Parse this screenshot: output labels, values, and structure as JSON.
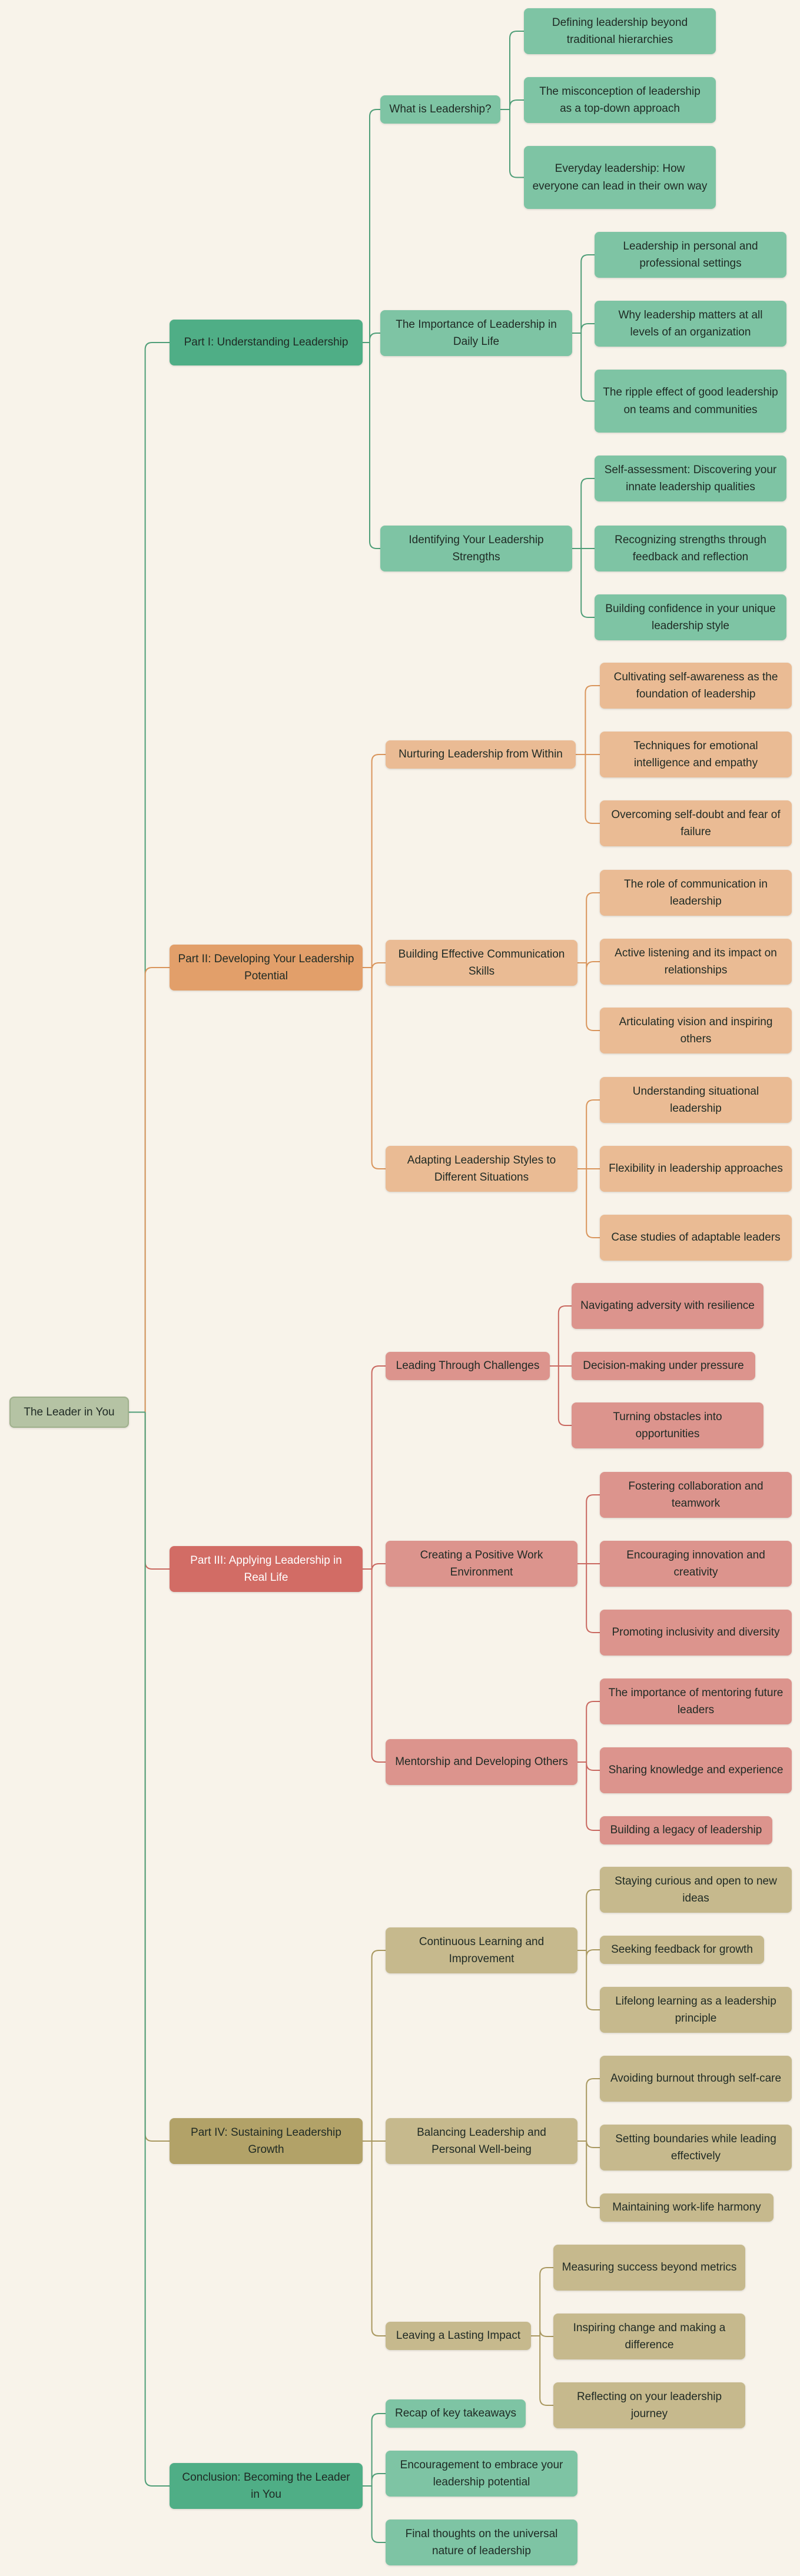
{
  "root": "The Leader in You",
  "colors": {
    "background": "#f8f3ea",
    "root": "#b5c3a4",
    "part1": "#4fae86",
    "part2": "#e29f6a",
    "part3": "#d26c65",
    "part4": "#b2a268",
    "conclusion": "#4fae86"
  },
  "sections": [
    {
      "title": "Part I: Understanding Leadership",
      "topics": [
        {
          "title": "What is Leadership?",
          "items": [
            "Defining leadership beyond traditional hierarchies",
            "The misconception of leadership as a top-down approach",
            "Everyday leadership: How everyone can lead in their own way"
          ]
        },
        {
          "title": "The Importance of Leadership in Daily Life",
          "items": [
            "Leadership in personal and professional settings",
            "Why leadership matters at all levels of an organization",
            "The ripple effect of good leadership on teams and communities"
          ]
        },
        {
          "title": "Identifying Your Leadership Strengths",
          "items": [
            "Self-assessment: Discovering your innate leadership qualities",
            "Recognizing strengths through feedback and reflection",
            "Building confidence in your unique leadership style"
          ]
        }
      ]
    },
    {
      "title": "Part II: Developing Your Leadership Potential",
      "topics": [
        {
          "title": "Nurturing Leadership from Within",
          "items": [
            "Cultivating self-awareness as the foundation of leadership",
            "Techniques for emotional intelligence and empathy",
            "Overcoming self-doubt and fear of failure"
          ]
        },
        {
          "title": "Building Effective Communication Skills",
          "items": [
            "The role of communication in leadership",
            "Active listening and its impact on relationships",
            "Articulating vision and inspiring others"
          ]
        },
        {
          "title": "Adapting Leadership Styles to Different Situations",
          "items": [
            "Understanding situational leadership",
            "Flexibility in leadership approaches",
            "Case studies of adaptable leaders"
          ]
        }
      ]
    },
    {
      "title": "Part III: Applying Leadership in Real Life",
      "topics": [
        {
          "title": "Leading Through Challenges",
          "items": [
            "Navigating adversity with resilience",
            "Decision-making under pressure",
            "Turning obstacles into opportunities"
          ]
        },
        {
          "title": "Creating a Positive Work Environment",
          "items": [
            "Fostering collaboration and teamwork",
            "Encouraging innovation and creativity",
            "Promoting inclusivity and diversity"
          ]
        },
        {
          "title": "Mentorship and Developing Others",
          "items": [
            "The importance of mentoring future leaders",
            "Sharing knowledge and experience",
            "Building a legacy of leadership"
          ]
        }
      ]
    },
    {
      "title": "Part IV: Sustaining Leadership Growth",
      "topics": [
        {
          "title": "Continuous Learning and Improvement",
          "items": [
            "Staying curious and open to new ideas",
            "Seeking feedback for growth",
            "Lifelong learning as a leadership principle"
          ]
        },
        {
          "title": "Balancing Leadership and Personal Well-being",
          "items": [
            "Avoiding burnout through self-care",
            "Setting boundaries while leading effectively",
            "Maintaining work-life harmony"
          ]
        },
        {
          "title": "Leaving a Lasting Impact",
          "items": [
            "Measuring success beyond metrics",
            "Inspiring change and making a difference",
            "Reflecting on your leadership journey"
          ]
        }
      ]
    },
    {
      "title": "Conclusion: Becoming the Leader in You",
      "topics": [
        {
          "title": "Recap of key takeaways",
          "items": []
        },
        {
          "title": "Encouragement to embrace your leadership potential",
          "items": []
        },
        {
          "title": "Final thoughts on the universal nature of leadership",
          "items": []
        }
      ]
    }
  ]
}
